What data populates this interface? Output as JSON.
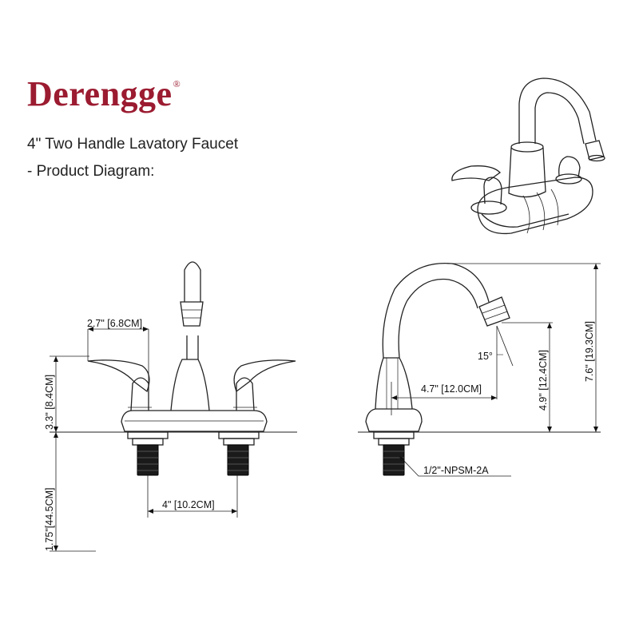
{
  "brand": {
    "name": "Derengge",
    "mark": "®"
  },
  "header": {
    "title": "4\" Two Handle Lavatory Faucet",
    "subtitle": "- Product Diagram:"
  },
  "front_view": {
    "handle_reach": "2.7\" [6.8CM]",
    "deck_height": "3.3\" [8.4CM]",
    "center_spacing": "4\" [10.2CM]",
    "shank_length": "1.75\"[44.5CM]"
  },
  "side_view": {
    "spout_angle": "15°",
    "spout_reach": "4.7\" [12.0CM]",
    "spout_height": "4.9\" [12.4CM]",
    "overall_height": "7.6\" [19.3CM]",
    "thread_spec": "1/2\"-NPSM-2A"
  }
}
